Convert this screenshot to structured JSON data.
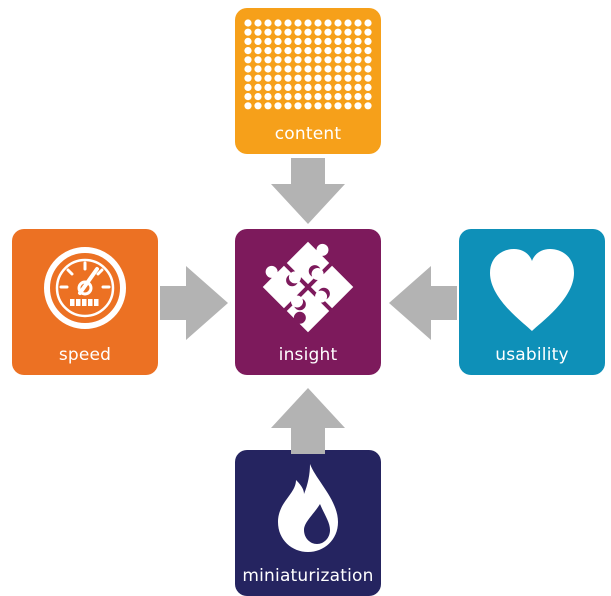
{
  "colors": {
    "content": "#f6a01a",
    "speed": "#ec7123",
    "insight": "#7d1a5c",
    "usability": "#0e90b8",
    "miniaturization": "#252460",
    "arrow": "#b3b3b3"
  },
  "tiles": {
    "content": {
      "label": "content",
      "icon": "dot-grid-icon"
    },
    "speed": {
      "label": "speed",
      "icon": "speedometer-icon"
    },
    "insight": {
      "label": "insight",
      "icon": "puzzle-icon"
    },
    "usability": {
      "label": "usability",
      "icon": "heart-icon"
    },
    "miniaturization": {
      "label": "miniaturization",
      "icon": "droplet-icon"
    }
  }
}
